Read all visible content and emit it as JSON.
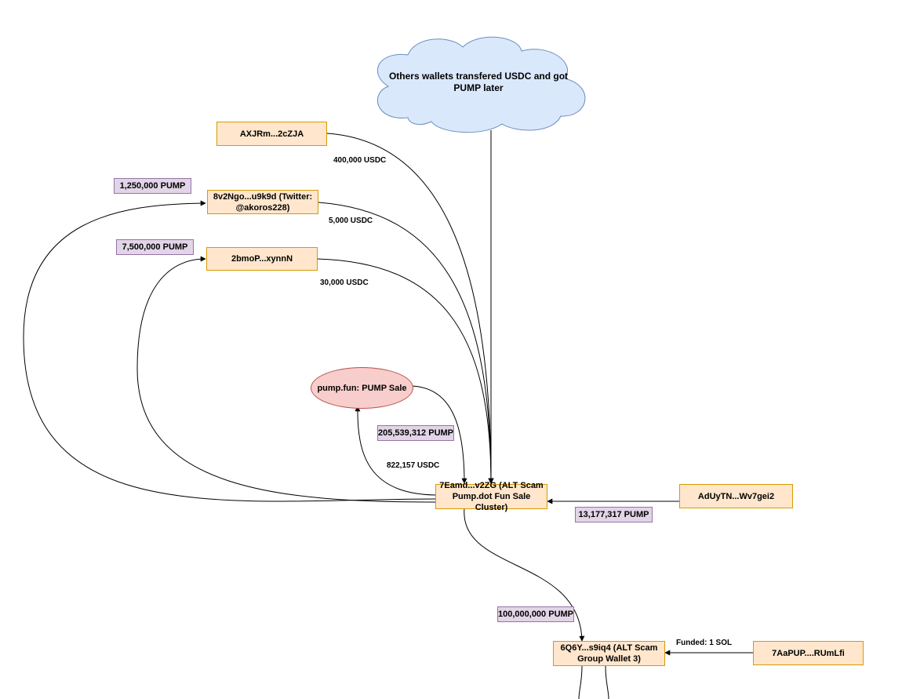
{
  "cloud": {
    "text": "Others wallets transfered USDC and got PUMP later"
  },
  "nodes": {
    "axjrm": "AXJRm...2cZJA",
    "v2ngo": "8v2Ngo...u9k9d (Twitter: @akoros228)",
    "bmop": "2bmoP...xynnN",
    "pumpfun": "pump.fun: PUMP Sale",
    "eamd": "7Eamd...v2ZG (ALT Scam Pump.dot Fun Sale Cluster)",
    "aduy": "AdUyTN...Wv7gei2",
    "q6y": "6Q6Y...s9iq4 (ALT Scam Group Wallet 3)",
    "aapup": "7AaPUP....RUmLfi"
  },
  "tags": {
    "t1250": "1,250,000 PUMP",
    "t7500": "7,500,000 PUMP",
    "t205": "205,539,312 PUMP",
    "t13177": "13,177,317 PUMP",
    "t100m": "100,000,000 PUMP"
  },
  "edge_labels": {
    "l400": "400,000 USDC",
    "l5000": "5,000 USDC",
    "l30000": "30,000 USDC",
    "l822": "822,157 USDC",
    "lfunded": "Funded: 1 SOL"
  },
  "colors": {
    "wallet_fill": "#ffe6cc",
    "wallet_border": "#d79b00",
    "tag_fill": "#e1d5e7",
    "tag_border": "#9673a6",
    "sale_fill": "#f8cecc",
    "sale_border": "#b85450",
    "cloud_fill": "#dae8fc",
    "cloud_border": "#6c8ebf"
  }
}
